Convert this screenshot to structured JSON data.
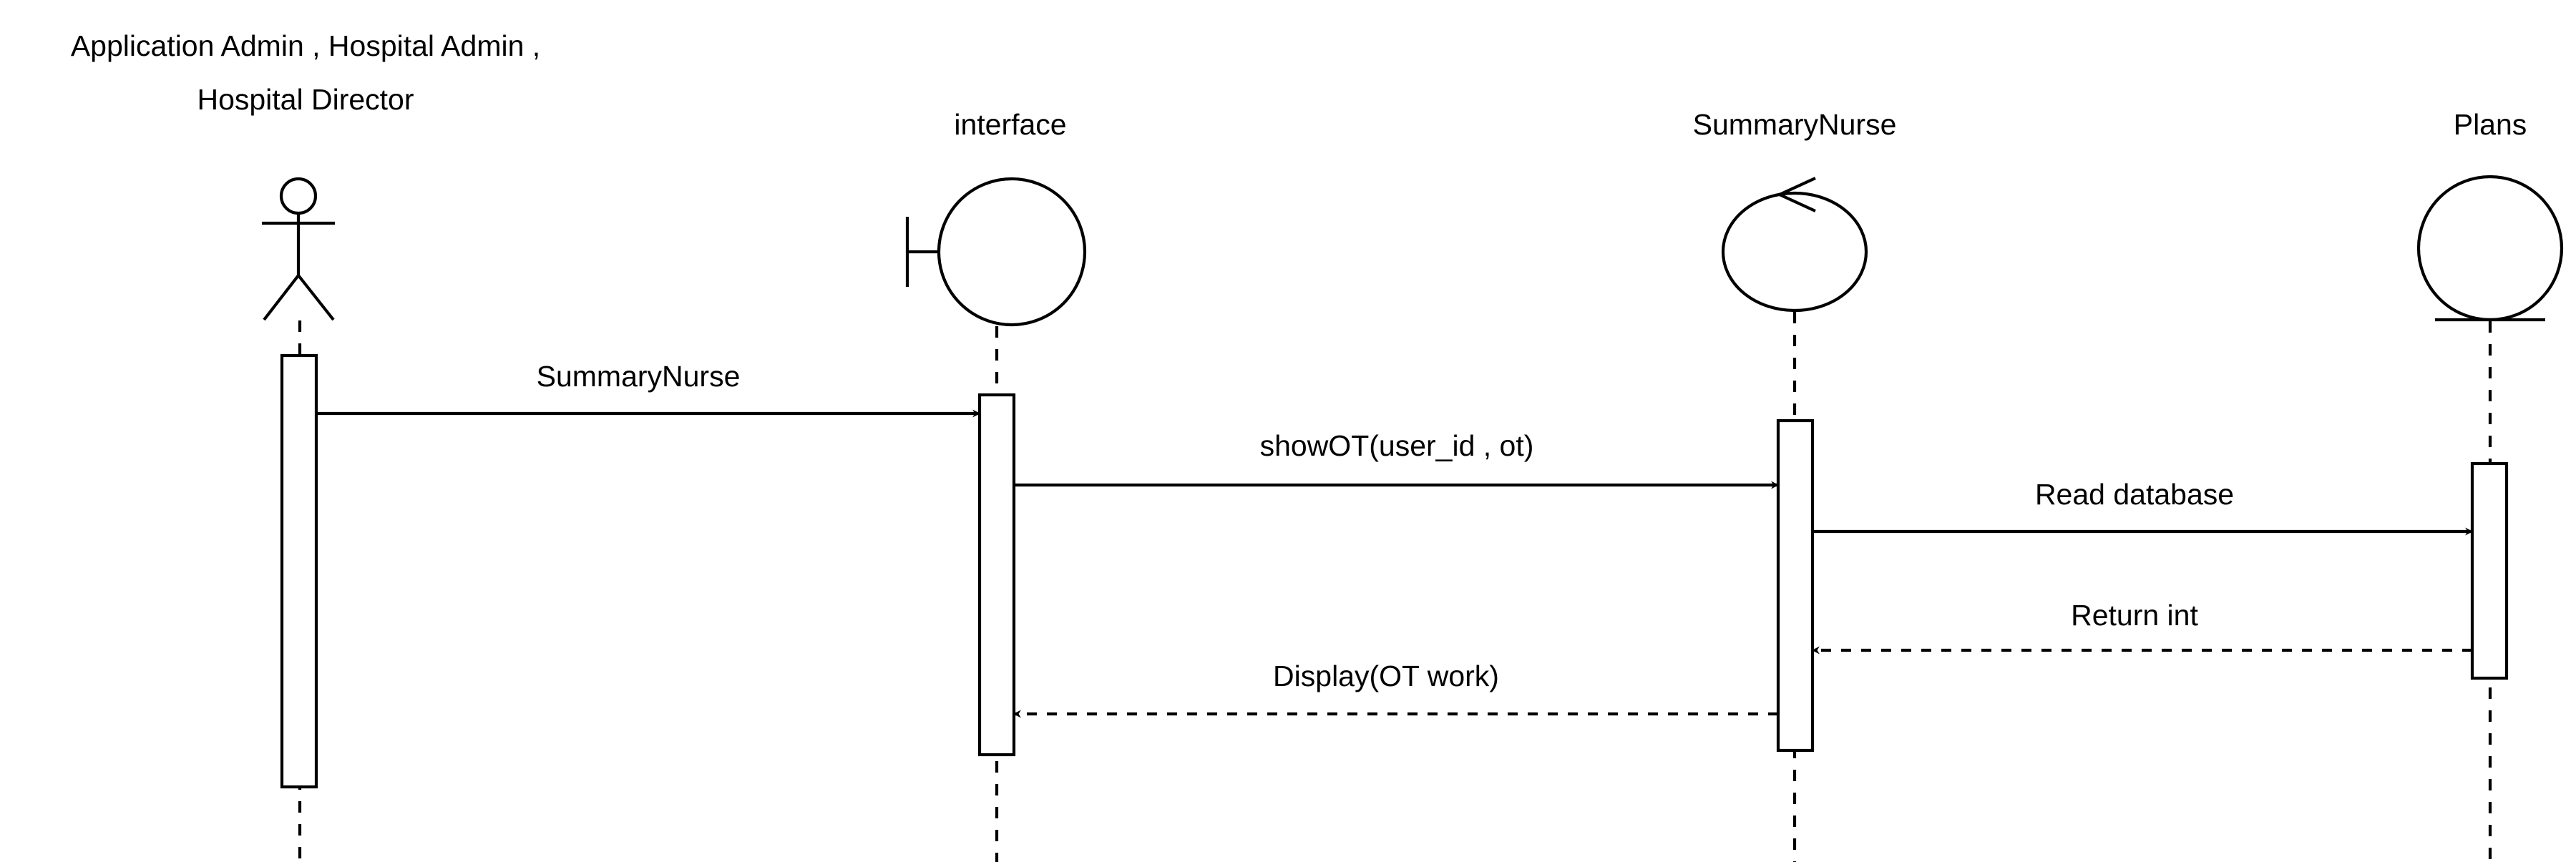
{
  "actor": {
    "label_line1": "Application Admin , Hospital Admin ,",
    "label_line2": "Hospital Director"
  },
  "lifelines": {
    "interface": "interface",
    "control": "SummaryNurse",
    "entity": "Plans"
  },
  "messages": [
    {
      "label": "SummaryNurse",
      "from": "actor",
      "to": "interface",
      "kind": "sync"
    },
    {
      "label": "showOT(user_id , ot)",
      "from": "interface",
      "to": "control",
      "kind": "sync"
    },
    {
      "label": "Read database",
      "from": "control",
      "to": "entity",
      "kind": "sync"
    },
    {
      "label": "Return int",
      "from": "entity",
      "to": "control",
      "kind": "return"
    },
    {
      "label": "Display(OT work)",
      "from": "control",
      "to": "interface",
      "kind": "return"
    }
  ]
}
